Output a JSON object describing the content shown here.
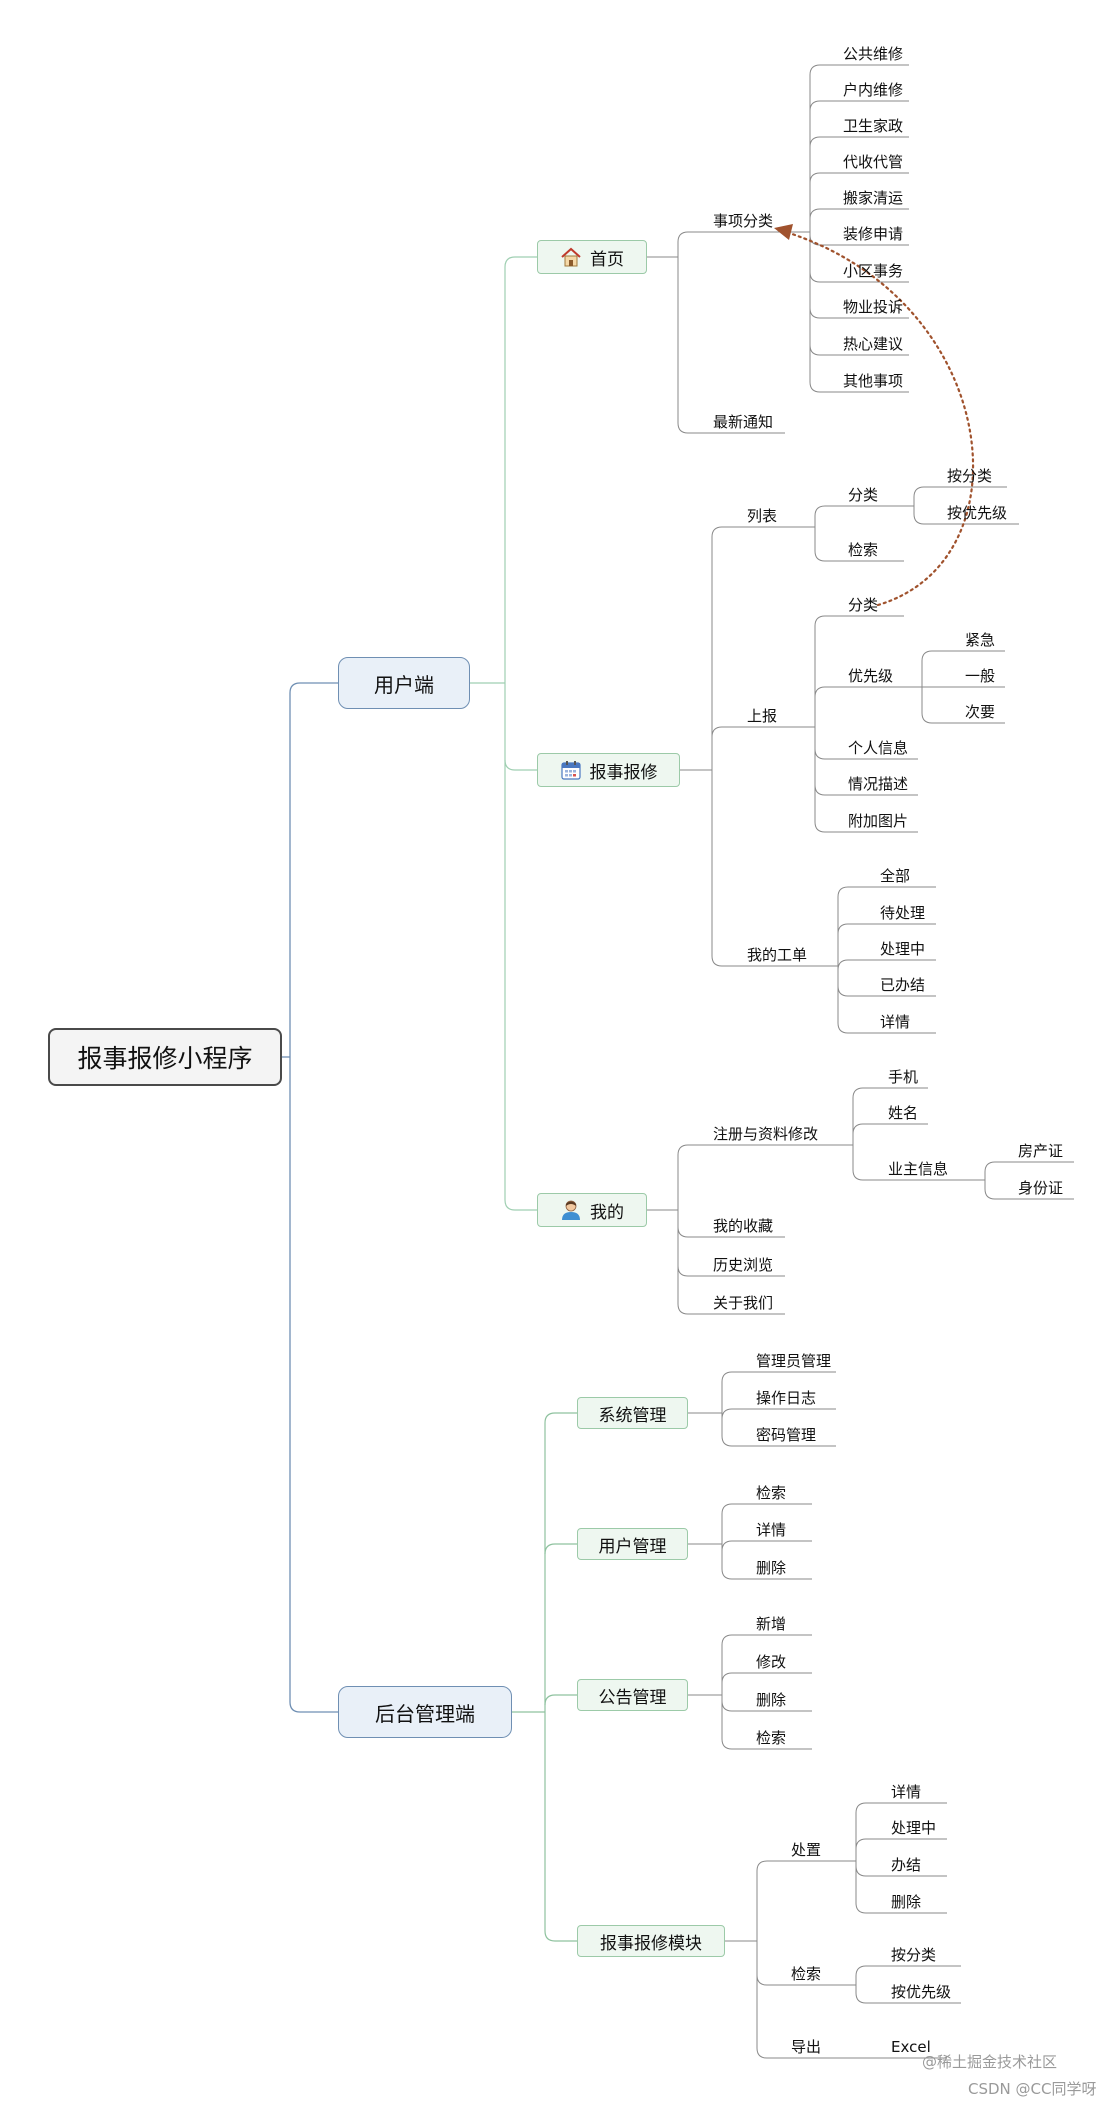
{
  "root": "报事报修小程序",
  "client": {
    "label": "用户端",
    "home": {
      "label": "首页",
      "icon": "house-icon",
      "category_label": "事项分类",
      "categories": [
        "公共维修",
        "户内维修",
        "卫生家政",
        "代收代管",
        "搬家清运",
        "装修申请",
        "小区事务",
        "物业投诉",
        "热心建议",
        "其他事项"
      ],
      "notice": "最新通知"
    },
    "report": {
      "label": "报事报修",
      "icon": "calendar-icon",
      "list": {
        "label": "列表",
        "classify": "分类",
        "classify_by": [
          "按分类",
          "按优先级"
        ],
        "search": "检索"
      },
      "submit": {
        "label": "上报",
        "classify": "分类",
        "priority": "优先级",
        "priority_levels": [
          "紧急",
          "一般",
          "次要"
        ],
        "items": [
          "个人信息",
          "情况描述",
          "附加图片"
        ]
      },
      "orders": {
        "label": "我的工单",
        "items": [
          "全部",
          "待处理",
          "处理中",
          "已办结",
          "详情"
        ]
      }
    },
    "mine": {
      "label": "我的",
      "icon": "user-avatar-icon",
      "register": {
        "label": "注册与资料修改",
        "phone": "手机",
        "name": "姓名",
        "owner": "业主信息",
        "owner_items": [
          "房产证",
          "身份证"
        ]
      },
      "others": [
        "我的收藏",
        "历史浏览",
        "关于我们"
      ]
    }
  },
  "admin": {
    "label": "后台管理端",
    "system": {
      "label": "系统管理",
      "items": [
        "管理员管理",
        "操作日志",
        "密码管理"
      ]
    },
    "users": {
      "label": "用户管理",
      "items": [
        "检索",
        "详情",
        "删除"
      ]
    },
    "notice": {
      "label": "公告管理",
      "items": [
        "新增",
        "修改",
        "删除",
        "检索"
      ]
    },
    "report": {
      "label": "报事报修模块",
      "handle": {
        "label": "处置",
        "items": [
          "详情",
          "处理中",
          "办结",
          "删除"
        ]
      },
      "search": {
        "label": "检索",
        "items": [
          "按分类",
          "按优先级"
        ]
      },
      "export": {
        "label": "导出",
        "items": [
          "Excel"
        ]
      }
    }
  },
  "watermark": [
    "@稀土掘金技术社区",
    "CSDN @CC同学呀"
  ],
  "colors": {
    "client_branch": "#9fcfb2",
    "admin_branch": "#8fc29f",
    "root_branch": "#6f8fb3",
    "leaf_line": "#8a8a8a",
    "relation_arrow": "#a0522d"
  }
}
